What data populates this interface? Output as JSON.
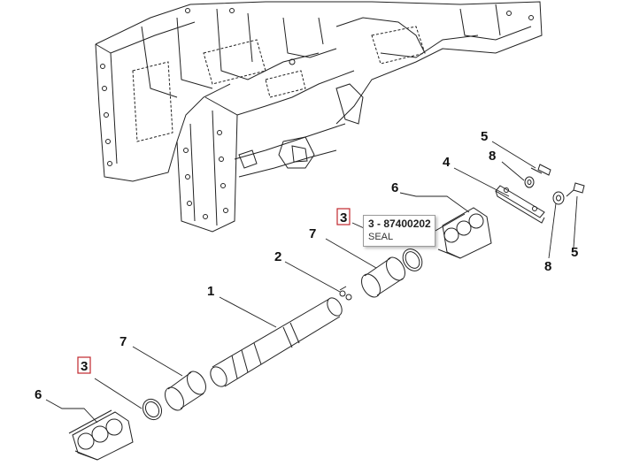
{
  "diagram": {
    "callouts": {
      "c1": "1",
      "c2": "2",
      "c3_top": "3",
      "c3_bottom": "3",
      "c4": "4",
      "c5_top": "5",
      "c5_right": "5",
      "c6_top": "6",
      "c6_bottom": "6",
      "c7_top": "7",
      "c7_bottom": "7",
      "c8_top": "8",
      "c8_bottom": "8"
    },
    "tooltip": {
      "title": "3 - 87400202",
      "description": "SEAL"
    },
    "colors": {
      "line": "#222222",
      "highlight_box": "#c0272d"
    }
  }
}
